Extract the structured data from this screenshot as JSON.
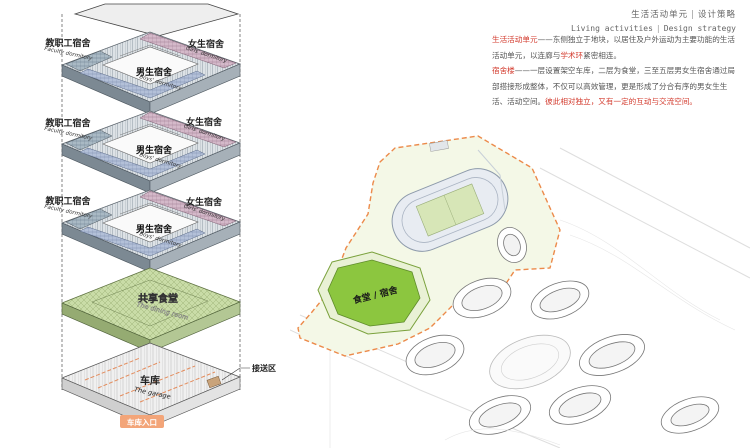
{
  "header": {
    "section_zh": "生活活动单元",
    "section_tag_zh": "设计策略",
    "section_en": "Living activities",
    "section_tag_en": "Design strategy"
  },
  "description": {
    "p1_term": "生活活动单元",
    "p1_mid": "——东侧独立于地块，以居住及户外运动为主要功能的生活活动单元，以连廊与",
    "p1_link": "学术环",
    "p1_end": "紧密相连。",
    "p2_term": "宿舍楼",
    "p2_mid": "——一层设置架空车库，二层为食堂，三至五层男女生宿舍通过局部搭接形成整体，不仅可以高效管理，更是形成了分合有序的男女生生活、活动空间。",
    "p2_end": "彼此相对独立，又有一定的互动与交流空间。"
  },
  "exploded": {
    "floors": [
      {
        "faculty_zh": "教职工宿舍",
        "faculty_en": "Faculty dormitory",
        "girls_zh": "女生宿舍",
        "girls_en": "Girls' dormitory",
        "boys_zh": "男生宿舍",
        "boys_en": "Boys' dormitory"
      },
      {
        "faculty_zh": "教职工宿舍",
        "faculty_en": "Faculty dormitory",
        "girls_zh": "女生宿舍",
        "girls_en": "Girls' dormitory",
        "boys_zh": "男生宿舍",
        "boys_en": "Boys' dormitory"
      },
      {
        "faculty_zh": "教职工宿舍",
        "faculty_en": "Faculty dormitory",
        "girls_zh": "女生宿舍",
        "girls_en": "Girls' dormitory",
        "boys_zh": "男生宿舍",
        "boys_en": "Boys' dormitory"
      }
    ],
    "dining_zh": "共享食堂",
    "dining_en": "The dining room",
    "garage_zh": "车库",
    "garage_en": "The garage",
    "dropoff_zh": "接送区",
    "entrance_zh": "车库入口"
  },
  "site": {
    "label": "食堂 / 宿舍"
  },
  "colors": {
    "accent_red": "#d33b2e",
    "faculty_blue": "#7f97a7",
    "girls_pink": "#b88ea6",
    "boys_blue": "#8fa3c4",
    "dining_green": "#b6cf8e",
    "site_green": "#8cc63f",
    "dashed_orange": "#ec8a4a",
    "entrance_orange": "#f3a579"
  }
}
